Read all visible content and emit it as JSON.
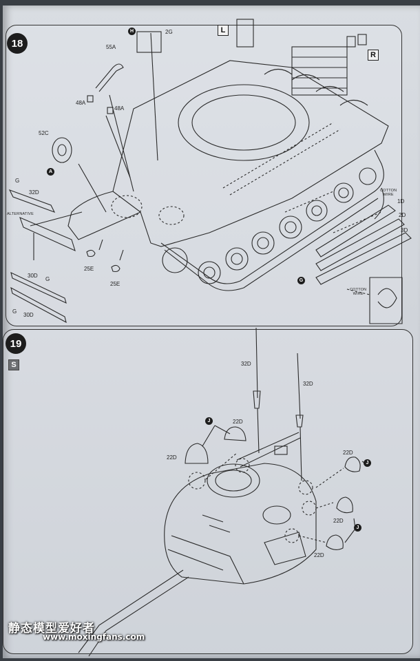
{
  "watermark": {
    "site_name": "静态模型爱好者",
    "url": "www.moxingfans.com"
  },
  "step18": {
    "number": "18",
    "labels": {
      "part_h": "H",
      "part_2g": "2G",
      "part_55a": "55A",
      "part_48a_left": "48A",
      "part_48a_right": "48A",
      "part_52c": "52C",
      "part_a": "A",
      "part_g_top": "G",
      "part_32d": "32D",
      "alternative": "ALTERNATIVE",
      "part_30d_top": "30D",
      "part_g_mid": "G",
      "part_g_bottom": "G",
      "part_30d_bottom": "30D",
      "part_25e_left": "25E",
      "part_25e_right": "25E",
      "box_l": "L",
      "box_r": "R",
      "cotton_wire_top": "COTTON\nWIRE",
      "part_1d": "1D",
      "part_2d": "2D",
      "part_3d": "3D",
      "part_g_right": "G",
      "cotton_wire_bottom": "COTTON\nWIRE"
    }
  },
  "step19": {
    "number": "19",
    "box_s": "S",
    "labels": {
      "part_32d_left": "32D",
      "part_32d_right": "32D",
      "part_j_top": "J",
      "part_22d_top": "22D",
      "part_22d_left": "22D",
      "part_22d_right_top": "22D",
      "part_j_right_top": "J",
      "part_22d_right_mid": "22D",
      "part_j_right_bottom": "J",
      "part_22d_right_bottom": "22D"
    }
  }
}
